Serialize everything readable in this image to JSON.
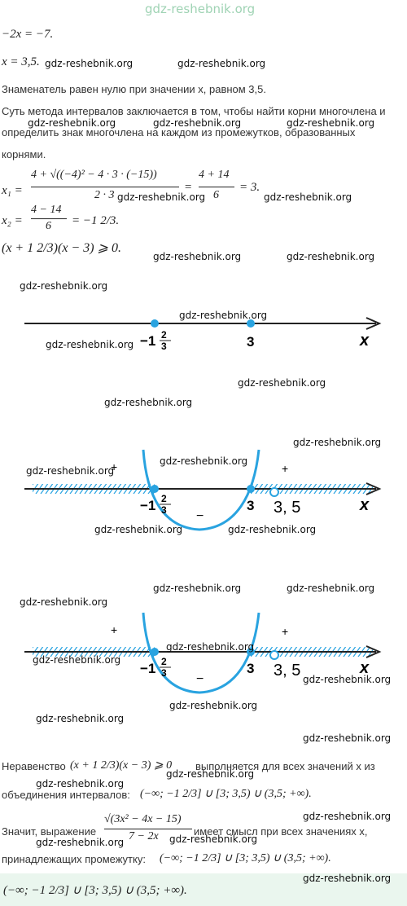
{
  "header_watermark": "gdz-reshebnik.org",
  "watermark": "gdz-reshebnik.org",
  "eq_line1": "−2x = −7.",
  "eq_line2": "x = 3,5.",
  "text_denominator": "Знаменатель равен нулю при значении x, равном 3,5.",
  "text_method_1": "Суть метода интервалов заключается в том, чтобы найти корни многочлена и",
  "text_method_2": "определить знак многочлена на каждом из промежутков, образованных",
  "text_method_3": "корнями.",
  "x1_lhs": "x₁ =",
  "x1_num": "4 + √((−4)² − 4 · 3 · (−15))",
  "x1_den": "2 · 3",
  "x1_eq": "=",
  "x1_num2": "4 + 14",
  "x1_den2": "6",
  "x1_result": "= 3.",
  "x2_lhs": "x₂ =",
  "x2_num": "4 − 14",
  "x2_den": "6",
  "x2_result": "= −1 2/3.",
  "inequality": "(x + 1 2/3)(x − 3) ⩾ 0.",
  "axis_label_x": "x",
  "root1_int": "−1",
  "root1_num": "2",
  "root1_den": "3",
  "root2": "3",
  "excluded_point": "3, 5",
  "sign_plus": "+",
  "sign_minus": "−",
  "conclusion_1a": "Неравенство",
  "conclusion_1b": "(x + 1 2/3)(x − 3) ⩾ 0",
  "conclusion_1c": "выполняется для всех значений x из",
  "conclusion_2a": "объединения интервалов:",
  "conclusion_2b": "(−∞; −1 2/3] ∪ [3; 3,5) ∪ (3,5; +∞).",
  "final_1a": "Значит, выражение",
  "final_1_num": "√(3x² − 4x − 15)",
  "final_1_den": "7 − 2x",
  "final_1c": "имеет смысл при всех значениях x,",
  "final_2a": "принадлежащих промежутку:",
  "final_2b": "(−∞; −1 2/3] ∪ [3; 3,5) ∪ (3,5; +∞).",
  "answer": "(−∞; −1 2/3] ∪ [3; 3,5) ∪ (3,5; +∞).",
  "colors": {
    "accent": "#29a3e0",
    "text": "#222222",
    "watermark_top": "#9fd3b4",
    "answer_bg": "#eaf6ee"
  }
}
